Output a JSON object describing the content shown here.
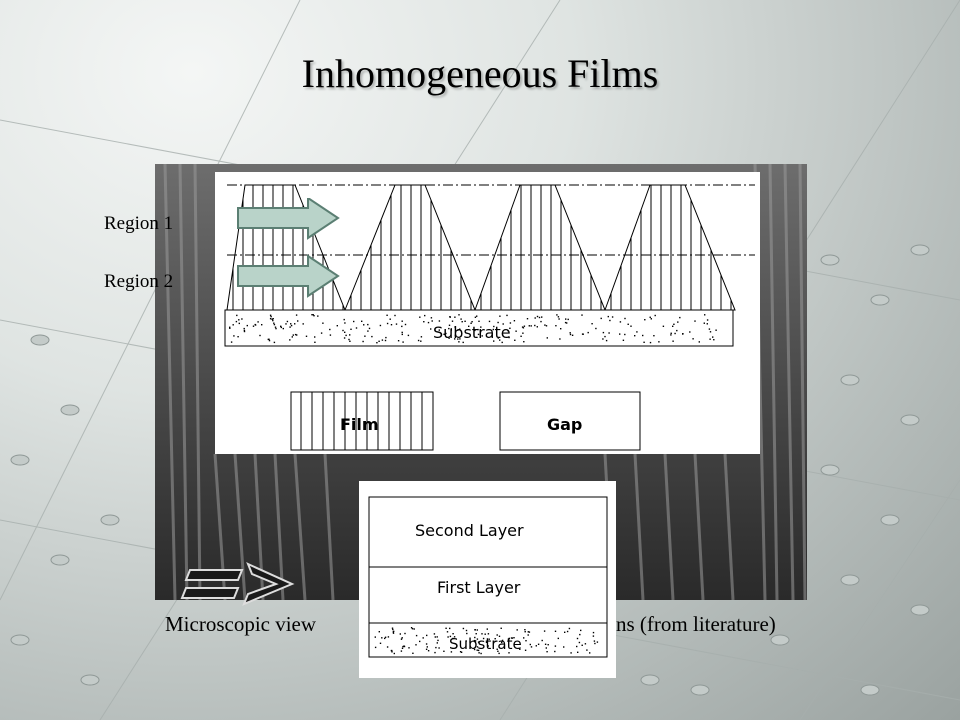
{
  "title": "Inhomogeneous Films",
  "regions": {
    "region1": "Region 1",
    "region2": "Region 2"
  },
  "top_diagram": {
    "substrate_label": "Substrate",
    "legend_film": "Film",
    "legend_gap": "Gap"
  },
  "bottom_diagram": {
    "second_layer": "Second Layer",
    "first_layer": "First Layer",
    "substrate_label": "Substrate"
  },
  "caption": {
    "left": "Microscopic view",
    "right": "ns (from literature)"
  },
  "colors": {
    "arrow_fill": "#b9d3c9",
    "arrow_stroke": "#5b7f73",
    "photo_bg": "#2a2a2a"
  }
}
